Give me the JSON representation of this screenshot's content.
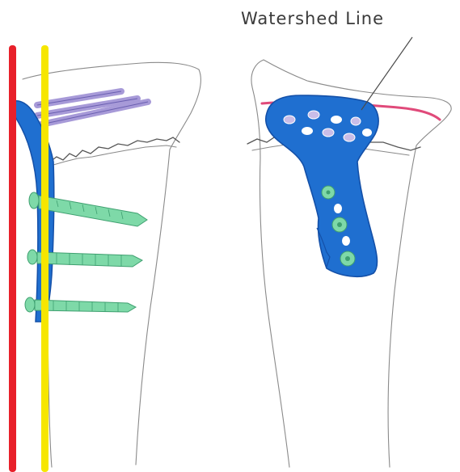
{
  "annotation": {
    "label": "Watershed Line"
  },
  "colors": {
    "reference_line_red": "#e8202a",
    "reference_line_yellow": "#f6e600",
    "plate": "#1f6fd0",
    "plate_dark": "#1450a8",
    "screw_green": "#7ed9a8",
    "screw_purple": "#a79ad8",
    "watershed_line": "#e04a7a",
    "bone_outline": "#8a8a8a"
  },
  "views": [
    {
      "name": "lateral-view"
    },
    {
      "name": "anterior-view"
    }
  ]
}
